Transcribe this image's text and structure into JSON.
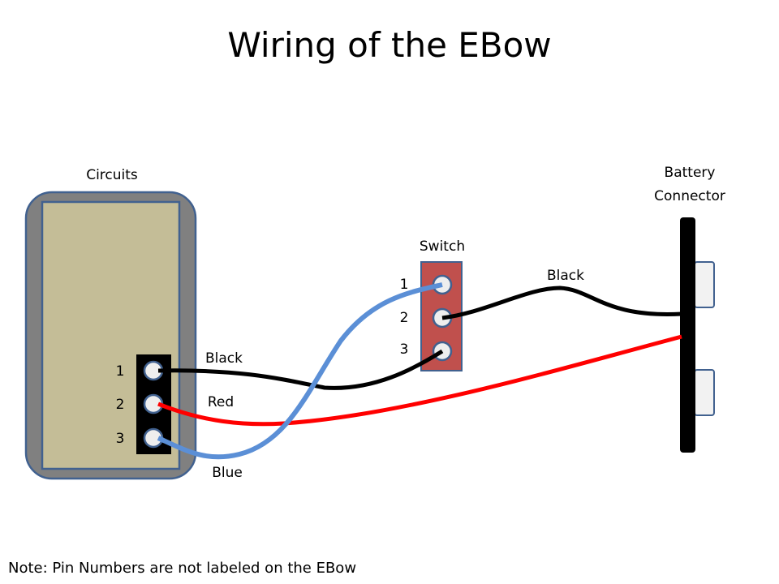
{
  "title": "Wiring of the EBow",
  "circuits": {
    "label": "Circuits",
    "pins": [
      "1",
      "2",
      "3"
    ]
  },
  "switch": {
    "label": "Switch",
    "pins": [
      "1",
      "2",
      "3"
    ]
  },
  "battery": {
    "label_line1": "Battery",
    "label_line2": "Connector"
  },
  "wires": {
    "black_circuit": "Black",
    "red": "Red",
    "blue": "Blue",
    "black_battery": "Black"
  },
  "note": "Note:  Pin Numbers are not labeled on the EBow",
  "colors": {
    "case": "#808080",
    "board": "#c4bd97",
    "outline": "#41618f",
    "switch": "#c0504d",
    "pin": "#eeeeee",
    "wire_black": "#000000",
    "wire_red": "#ff0000",
    "wire_blue": "#5b8fd6",
    "tab": "#f2f2f2"
  }
}
